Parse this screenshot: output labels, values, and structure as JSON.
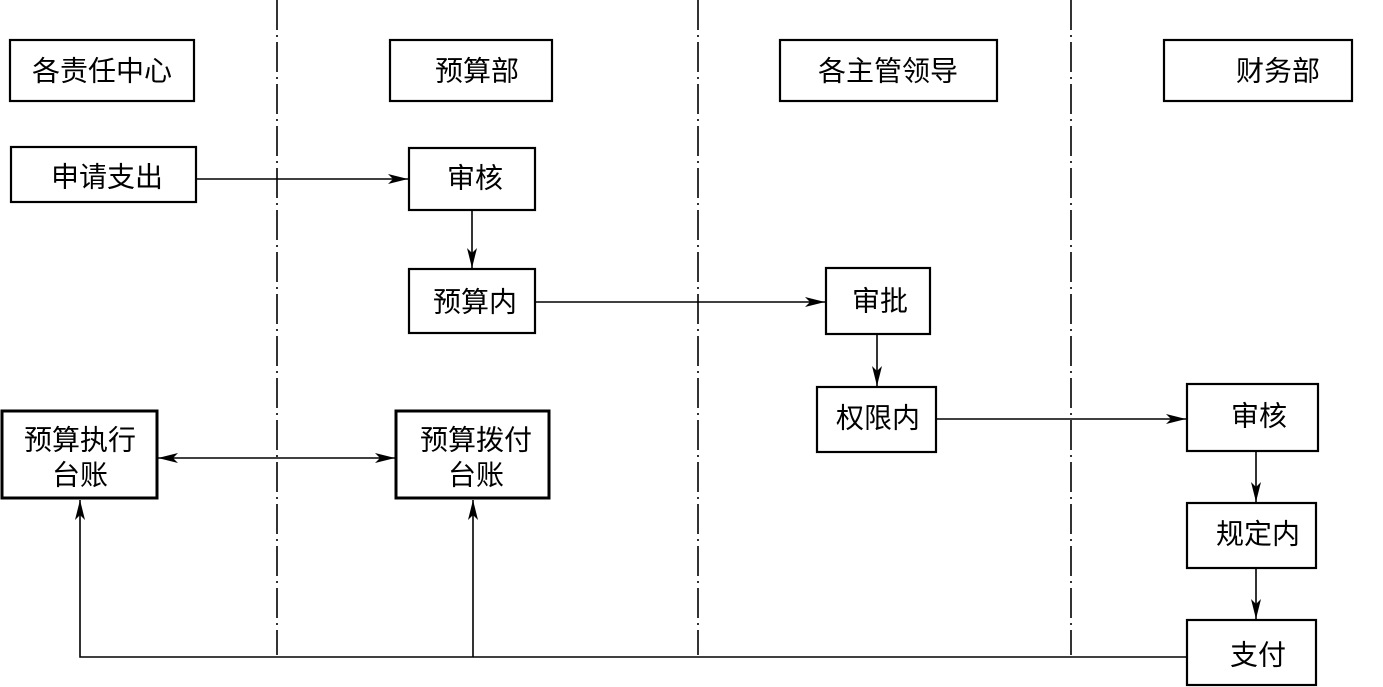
{
  "lanes": [
    {
      "id": "centers",
      "title": "各责任中心"
    },
    {
      "id": "budget",
      "title": "预算部"
    },
    {
      "id": "leaders",
      "title": "各主管领导"
    },
    {
      "id": "finance",
      "title": "财务部"
    }
  ],
  "nodes": {
    "apply": "申请支出",
    "review1": "审核",
    "within_budget": "预算内",
    "approve": "审批",
    "within_authority": "权限内",
    "review2": "审核",
    "within_rules": "规定内",
    "pay": "支付",
    "exec_ledger": [
      "预算执行",
      "台账"
    ],
    "alloc_ledger": [
      "预算拨付",
      "台账"
    ]
  },
  "colors": {
    "line": "#000000",
    "background": "#ffffff"
  }
}
